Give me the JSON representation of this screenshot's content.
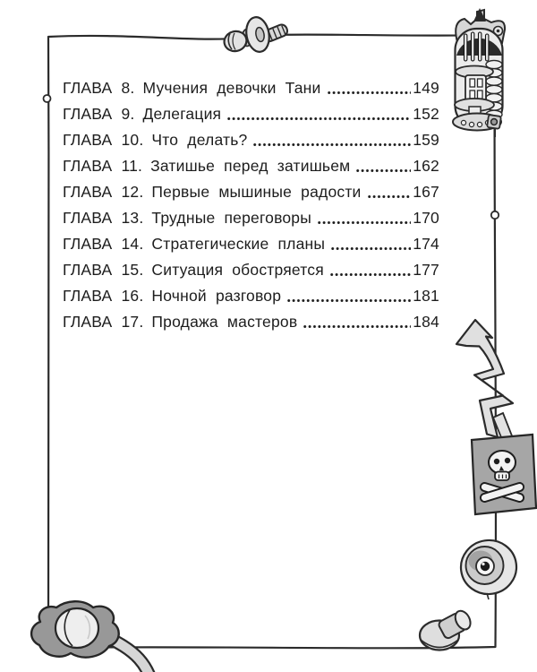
{
  "page": {
    "kind": "book-table-of-contents",
    "language": "Russian",
    "colors": {
      "paper": "#ffffff",
      "ink": "#2b2b2b",
      "gray_light": "#e6e6e6",
      "gray_mid": "#a6a6a6",
      "gray_dark": "#2f2f2f"
    }
  },
  "toc": {
    "items": [
      {
        "chapter": "ГЛАВА 8.",
        "title": "Мучения девочки Тани",
        "page": "149"
      },
      {
        "chapter": "ГЛАВА 9.",
        "title": "Делегация",
        "page": "152"
      },
      {
        "chapter": "ГЛАВА 10.",
        "title": "Что делать?",
        "page": "159"
      },
      {
        "chapter": "ГЛАВА 11.",
        "title": "Затишье перед затишьем",
        "page": "162"
      },
      {
        "chapter": "ГЛАВА 12.",
        "title": "Первые мышиные радости",
        "page": "167"
      },
      {
        "chapter": "ГЛАВА 13.",
        "title": "Трудные переговоры",
        "page": "170"
      },
      {
        "chapter": "ГЛАВА 14.",
        "title": "Стратегические планы",
        "page": "174"
      },
      {
        "chapter": "ГЛАВА 15.",
        "title": "Ситуация обостряется",
        "page": "177"
      },
      {
        "chapter": "ГЛАВА 16.",
        "title": "Ночной разговор",
        "page": "181"
      },
      {
        "chapter": "ГЛАВА 17.",
        "title": "Продажа мастеров",
        "page": "184"
      }
    ]
  },
  "decorations": {
    "icons": [
      "screw-bolt-icon",
      "vacuum-tube-icon",
      "zigzag-arrow-icon",
      "pirate-flag-icon",
      "wheel-icon",
      "flashlight-icon",
      "knob-icon",
      "left-border-bead-icon",
      "right-border-bead-icon"
    ]
  }
}
